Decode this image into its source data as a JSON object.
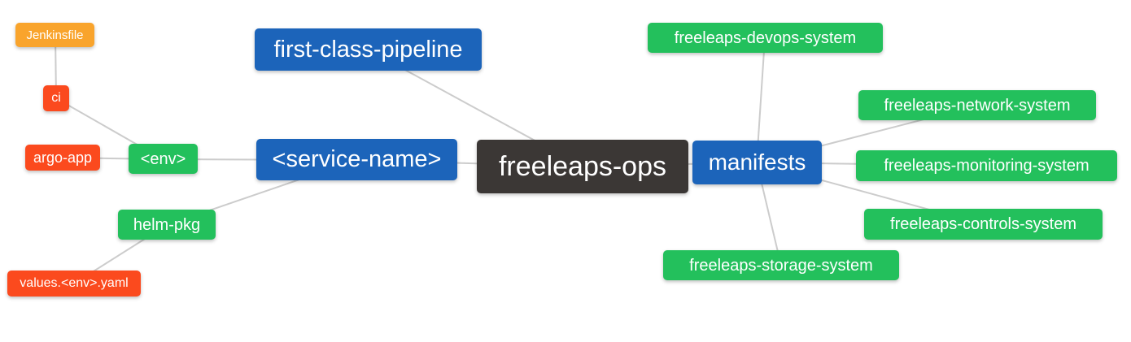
{
  "diagram": {
    "title": "freeleaps-ops mind map",
    "colors": {
      "dark": "#3b3735",
      "blue": "#1c64ba",
      "green": "#23c05c",
      "red": "#fb4a1e",
      "amber": "#f9a42c",
      "edge": "#cccccc",
      "text": "#ffffff"
    },
    "nodes": [
      {
        "id": "freeleaps-ops",
        "label": "freeleaps-ops",
        "color": "dark"
      },
      {
        "id": "first-class-pipeline",
        "label": "first-class-pipeline",
        "color": "blue"
      },
      {
        "id": "service-name",
        "label": "<service-name>",
        "color": "blue"
      },
      {
        "id": "manifests",
        "label": "manifests",
        "color": "blue"
      },
      {
        "id": "env",
        "label": "<env>",
        "color": "green"
      },
      {
        "id": "helm-pkg",
        "label": "helm-pkg",
        "color": "green"
      },
      {
        "id": "freeleaps-devops-system",
        "label": "freeleaps-devops-system",
        "color": "green"
      },
      {
        "id": "freeleaps-network-system",
        "label": "freeleaps-network-system",
        "color": "green"
      },
      {
        "id": "freeleaps-monitoring-system",
        "label": "freeleaps-monitoring-system",
        "color": "green"
      },
      {
        "id": "freeleaps-controls-system",
        "label": "freeleaps-controls-system",
        "color": "green"
      },
      {
        "id": "freeleaps-storage-system",
        "label": "freeleaps-storage-system",
        "color": "green"
      },
      {
        "id": "ci",
        "label": "ci",
        "color": "red"
      },
      {
        "id": "argo-app",
        "label": "argo-app",
        "color": "red"
      },
      {
        "id": "values-env-yaml",
        "label": "values.<env>.yaml",
        "color": "red"
      },
      {
        "id": "jenkinsfile",
        "label": "Jenkinsfile",
        "color": "amber"
      }
    ],
    "edges": [
      {
        "from": "jenkinsfile",
        "to": "ci"
      },
      {
        "from": "ci",
        "to": "env"
      },
      {
        "from": "argo-app",
        "to": "env"
      },
      {
        "from": "env",
        "to": "service-name"
      },
      {
        "from": "helm-pkg",
        "to": "service-name"
      },
      {
        "from": "helm-pkg",
        "to": "values-env-yaml"
      },
      {
        "from": "service-name",
        "to": "freeleaps-ops"
      },
      {
        "from": "first-class-pipeline",
        "to": "freeleaps-ops"
      },
      {
        "from": "freeleaps-ops",
        "to": "manifests"
      },
      {
        "from": "manifests",
        "to": "freeleaps-devops-system"
      },
      {
        "from": "manifests",
        "to": "freeleaps-network-system"
      },
      {
        "from": "manifests",
        "to": "freeleaps-monitoring-system"
      },
      {
        "from": "manifests",
        "to": "freeleaps-controls-system"
      },
      {
        "from": "manifests",
        "to": "freeleaps-storage-system"
      }
    ]
  }
}
